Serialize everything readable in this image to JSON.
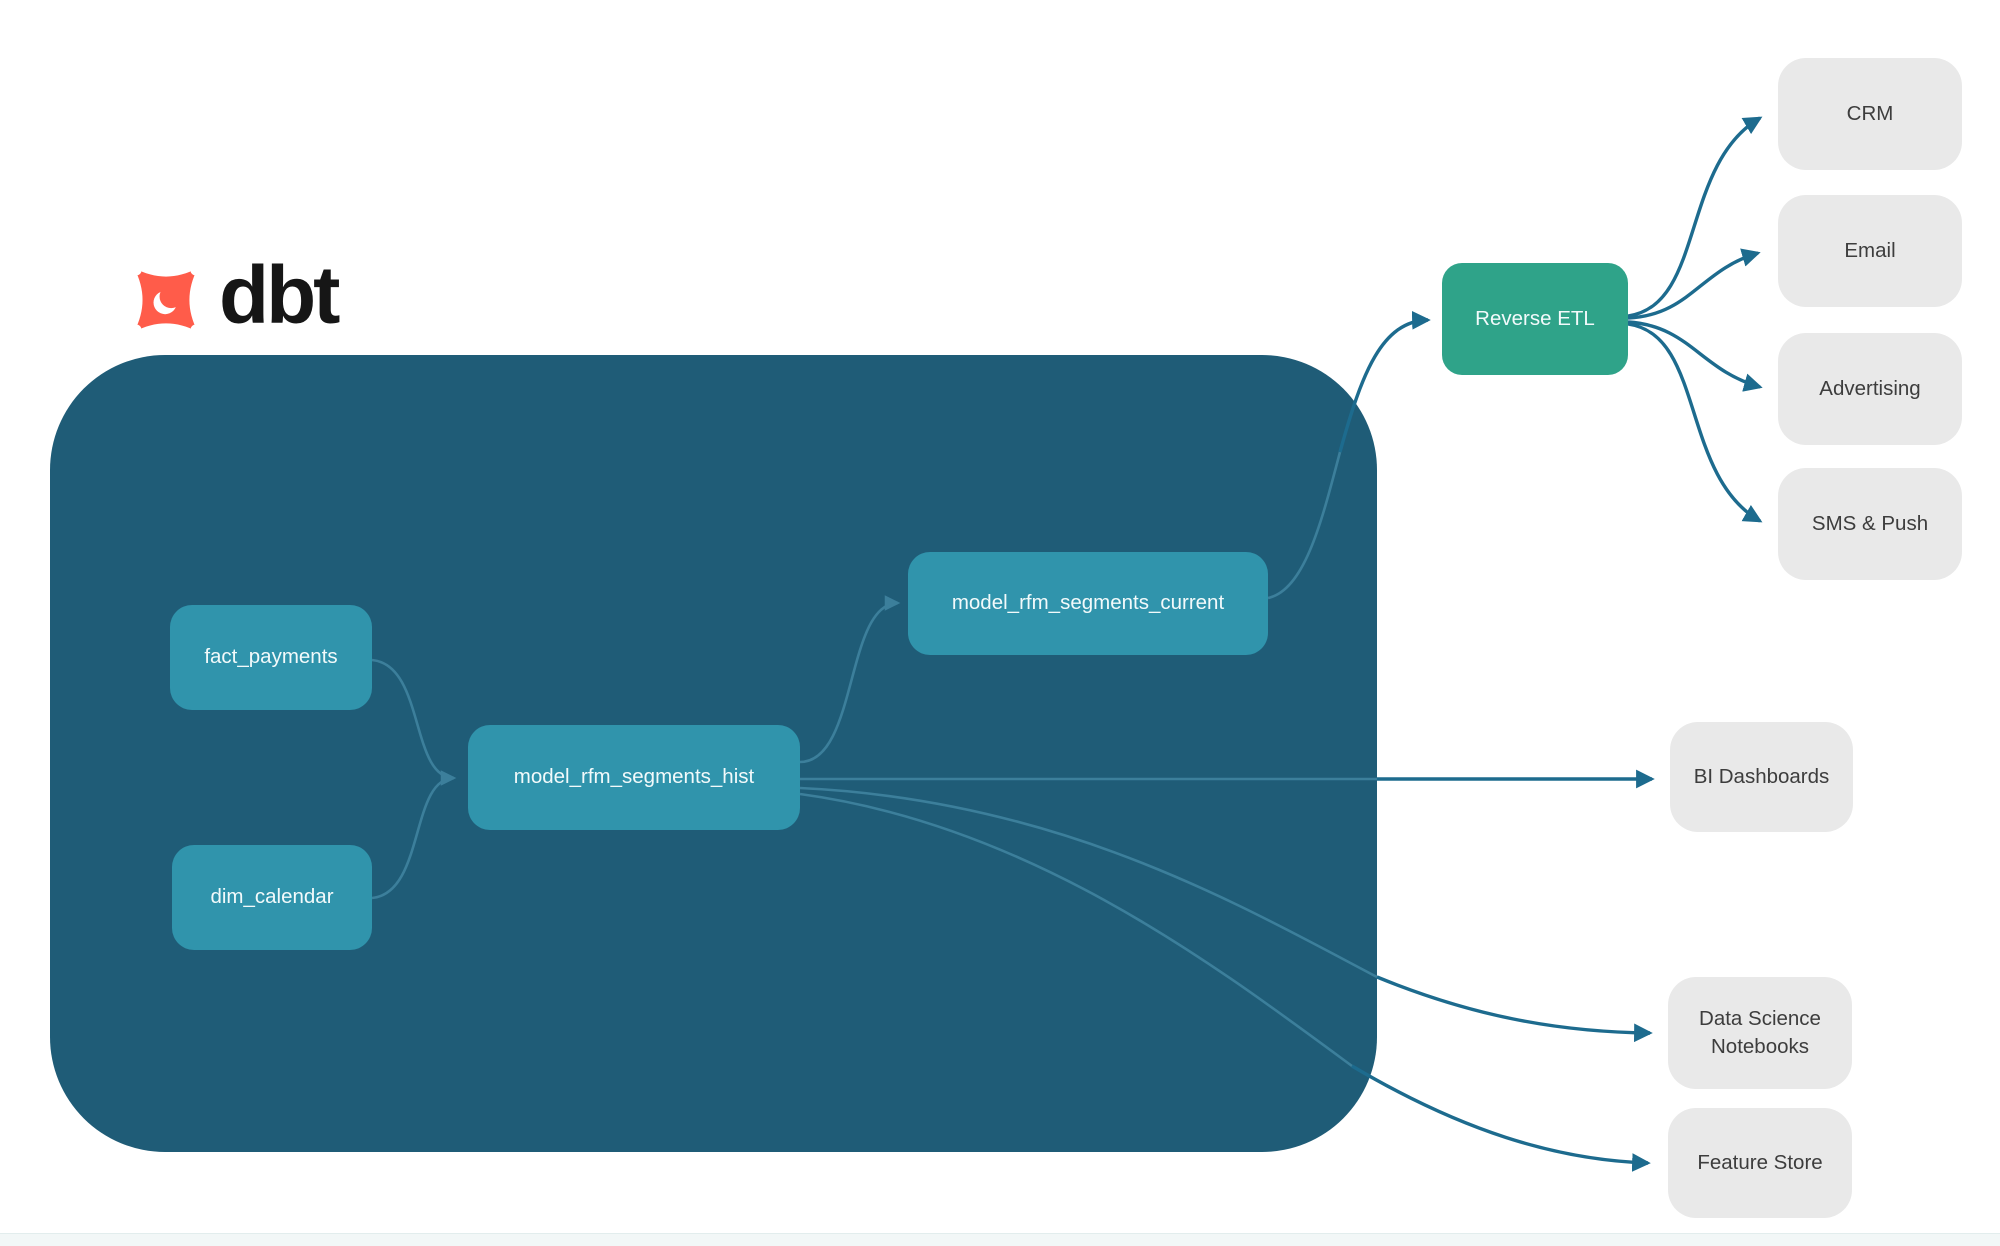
{
  "logo": {
    "brand": "dbt"
  },
  "nodes": {
    "fact_payments": {
      "label": "fact_payments"
    },
    "dim_calendar": {
      "label": "dim_calendar"
    },
    "rfm_hist": {
      "label": "model_rfm_segments_hist"
    },
    "rfm_current": {
      "label": "model_rfm_segments_current"
    },
    "reverse_etl": {
      "label": "Reverse ETL"
    },
    "crm": {
      "label": "CRM"
    },
    "email": {
      "label": "Email"
    },
    "advertising": {
      "label": "Advertising"
    },
    "sms_push": {
      "label": "SMS & Push"
    },
    "bi_dashboards": {
      "label": "BI Dashboards"
    },
    "ds_notebooks": {
      "label": "Data Science Notebooks"
    },
    "feature_store": {
      "label": "Feature Store"
    }
  },
  "edges": [
    {
      "from": "fact_payments",
      "to": "rfm_hist"
    },
    {
      "from": "dim_calendar",
      "to": "rfm_hist"
    },
    {
      "from": "rfm_hist",
      "to": "rfm_current"
    },
    {
      "from": "rfm_hist",
      "to": "bi_dashboards"
    },
    {
      "from": "rfm_hist",
      "to": "ds_notebooks"
    },
    {
      "from": "rfm_hist",
      "to": "feature_store"
    },
    {
      "from": "rfm_current",
      "to": "reverse_etl"
    },
    {
      "from": "reverse_etl",
      "to": "crm"
    },
    {
      "from": "reverse_etl",
      "to": "email"
    },
    {
      "from": "reverse_etl",
      "to": "advertising"
    },
    {
      "from": "reverse_etl",
      "to": "sms_push"
    }
  ],
  "colors": {
    "container": "#1f5c77",
    "node": "#3094ac",
    "node-text": "#f2fafb",
    "green": "#2fa389",
    "gray": "#e9e9e9",
    "gray-text": "#3d3d3d",
    "edge-in": "#3c7f9b",
    "edge-out": "#1d6b8e",
    "logo-orange": "#ff5c4a",
    "logo-text": "#161616"
  }
}
